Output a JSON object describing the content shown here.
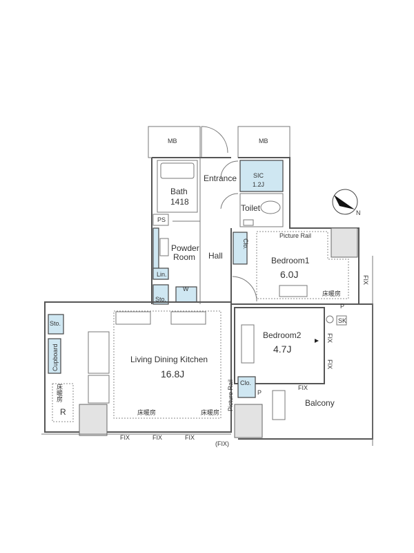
{
  "rooms": {
    "mb_left": "MB",
    "mb_right": "MB",
    "entrance": "Entrance",
    "sic": "SIC",
    "sic_size": "1.2J",
    "bath": "Bath",
    "bath_size": "1418",
    "toilet": "Toilet",
    "ps": "PS",
    "powder_1": "Powder",
    "powder_2": "Room",
    "hall": "Hall",
    "picture_rail_bed1": "Picture Rail",
    "bedroom1": "Bedroom1",
    "bedroom1_size": "6.0J",
    "floor_heating_bed1": "床暖房",
    "clo_bed1": "Clo.",
    "linen": "Lin.",
    "washer": "W",
    "sto_core": "Sto.",
    "fix_bed1": "FIX",
    "sto_ldk": "Sto.",
    "cupboard": "Cupboard",
    "floor_heating_kitchen": "床暖房",
    "refrigerator": "R",
    "ldk": "Living Dining Kitchen",
    "ldk_size": "16.8J",
    "floor_heating_ldk_1": "床暖房",
    "floor_heating_ldk_2": "床暖房",
    "picture_rail_ldk": "Picture Rail",
    "bedroom2": "Bedroom2",
    "bedroom2_size": "4.7J",
    "fix_bed2_door": "FIX",
    "fix_bed2_side": "FIX",
    "clo_bed2": "Clo.",
    "p_bed2": "P",
    "fix_bed2_bottom": "FIX",
    "balcony": "Balcony",
    "sk": "SK",
    "p_top": "P",
    "fix_1": "FIX",
    "fix_2": "FIX",
    "fix_3": "FIX",
    "fix_paren": "(FIX)"
  },
  "compass": {
    "label": "N"
  }
}
